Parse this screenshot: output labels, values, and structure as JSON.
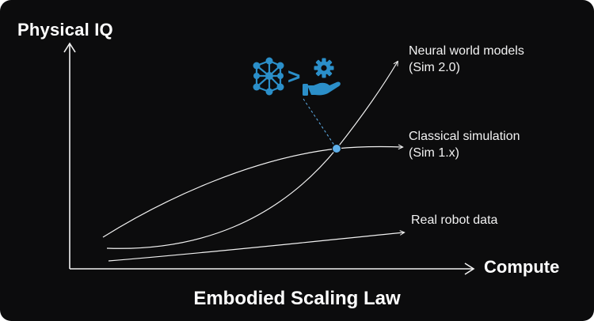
{
  "axes": {
    "y_label": "Physical IQ",
    "x_label": "Compute"
  },
  "title": "Embodied Scaling Law",
  "curves": [
    {
      "id": "neural",
      "label_line1": "Neural world models",
      "label_line2": "(Sim 2.0)"
    },
    {
      "id": "classical",
      "label_line1": "Classical simulation",
      "label_line2": "(Sim 1.x)"
    },
    {
      "id": "real",
      "label_line1": "Real robot data"
    }
  ],
  "annotation": {
    "comparison_symbol": ">",
    "left_icon": "neural-network-icon",
    "right_icon": "hand-gear-icon"
  },
  "colors": {
    "background": "#0c0c0d",
    "curve": "#f2f2f2",
    "accent": "#2b8fc9",
    "marker": "#5fb0ea"
  }
}
